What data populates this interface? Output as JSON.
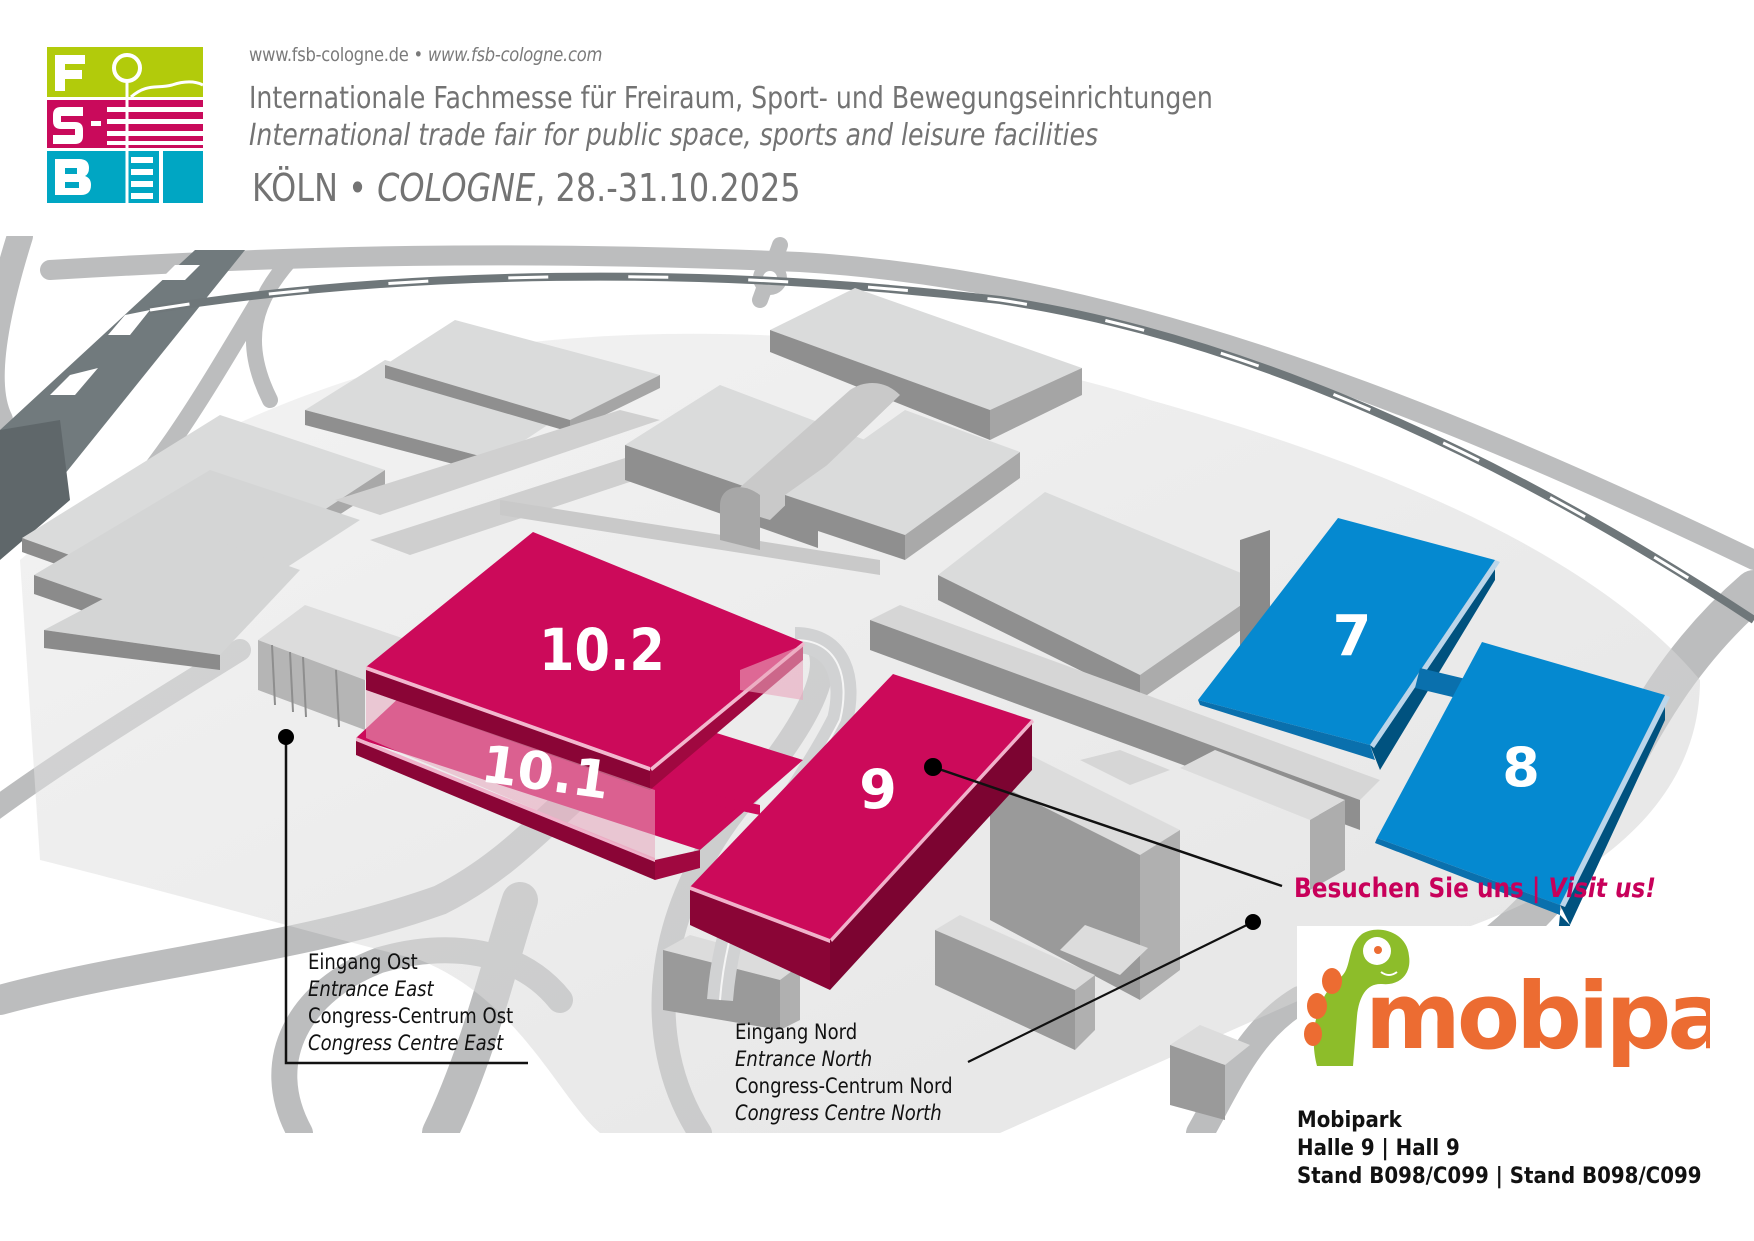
{
  "header": {
    "url_de": "www.fsb-cologne.de",
    "url_sep": " • ",
    "url_com": "www.fsb-cologne.com",
    "title_de": "Internationale Fachmesse für Freiraum, Sport- und Bewegungseinrichtungen",
    "title_en": "International trade fair for public space, sports and leisure facilities",
    "city_de": "KÖLN",
    "city_sep": " • ",
    "city_en": "COLOGNE",
    "dates": ", 28.-31.10.2025"
  },
  "logo": {
    "letters": [
      "F",
      "S",
      "B"
    ],
    "colors": {
      "green": "#b2cb0b",
      "magenta": "#c90a5b",
      "cyan": "#00a6c3"
    }
  },
  "map": {
    "halls": [
      {
        "id": "10.2",
        "label": "10.2",
        "color": "#cc0a5a"
      },
      {
        "id": "10.1",
        "label": "10.1",
        "color": "#cc0a5a"
      },
      {
        "id": "9",
        "label": "9",
        "color": "#cc0a5a"
      },
      {
        "id": "7",
        "label": "7",
        "color": "#0589d0"
      },
      {
        "id": "8",
        "label": "8",
        "color": "#0589d0"
      }
    ],
    "entrance_east": {
      "line1": "Eingang Ost",
      "line2": "Entrance East",
      "line3": "Congress-Centrum Ost",
      "line4": "Congress Centre East"
    },
    "entrance_north": {
      "line1": "Eingang Nord",
      "line2": "Entrance North",
      "line3": "Congress-Centrum Nord",
      "line4": "Congress Centre North"
    },
    "callout": {
      "visit_de": "Besuchen Sie uns | ",
      "visit_en": "Visit us!"
    }
  },
  "exhibitor": {
    "logo_text": "mobipark",
    "logo_colors": {
      "text": "#ec6c32",
      "dino": "#8dbd2a"
    },
    "name": "Mobipark",
    "hall": "Halle 9 | Hall 9",
    "stand": "Stand B098/C099 | Stand B098/C099"
  }
}
